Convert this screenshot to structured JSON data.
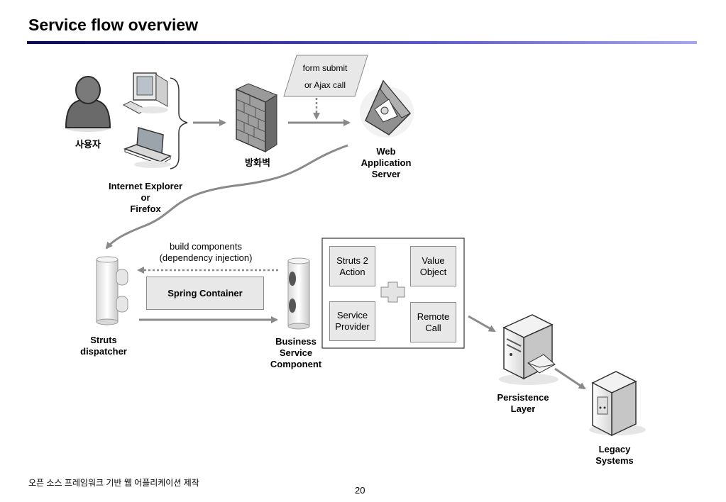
{
  "header": {
    "title": "Service flow overview"
  },
  "nodes": {
    "user": "사용자",
    "browsers": [
      "Internet Explorer",
      "or",
      "Firefox"
    ],
    "firewall": "방화벽",
    "was": [
      "Web",
      "Application",
      "Server"
    ],
    "struts": [
      "Struts",
      "dispatcher"
    ],
    "business": [
      "Business",
      "Service",
      "Component"
    ],
    "persistence": [
      "Persistence",
      "Layer"
    ],
    "legacy": [
      "Legacy",
      "Systems"
    ]
  },
  "request_note": [
    "form submit",
    "or Ajax call"
  ],
  "di_note": [
    "build  components",
    "(dependency  injection)"
  ],
  "spring": "Spring Container",
  "components": {
    "struts_action": [
      "Struts 2",
      "Action"
    ],
    "value_object": [
      "Value",
      "Object"
    ],
    "service_provider": [
      "Service",
      "Provider"
    ],
    "remote_call": [
      "Remote",
      "Call"
    ]
  },
  "footer": {
    "text": "오픈 소스 프레임워크 기반 웹 어플리케이션 제작",
    "page": "20"
  },
  "colors": {
    "arrow": "#8a8a8a",
    "title_rule_start": "#0a0a50",
    "title_rule_end": "#a6a6ea"
  }
}
